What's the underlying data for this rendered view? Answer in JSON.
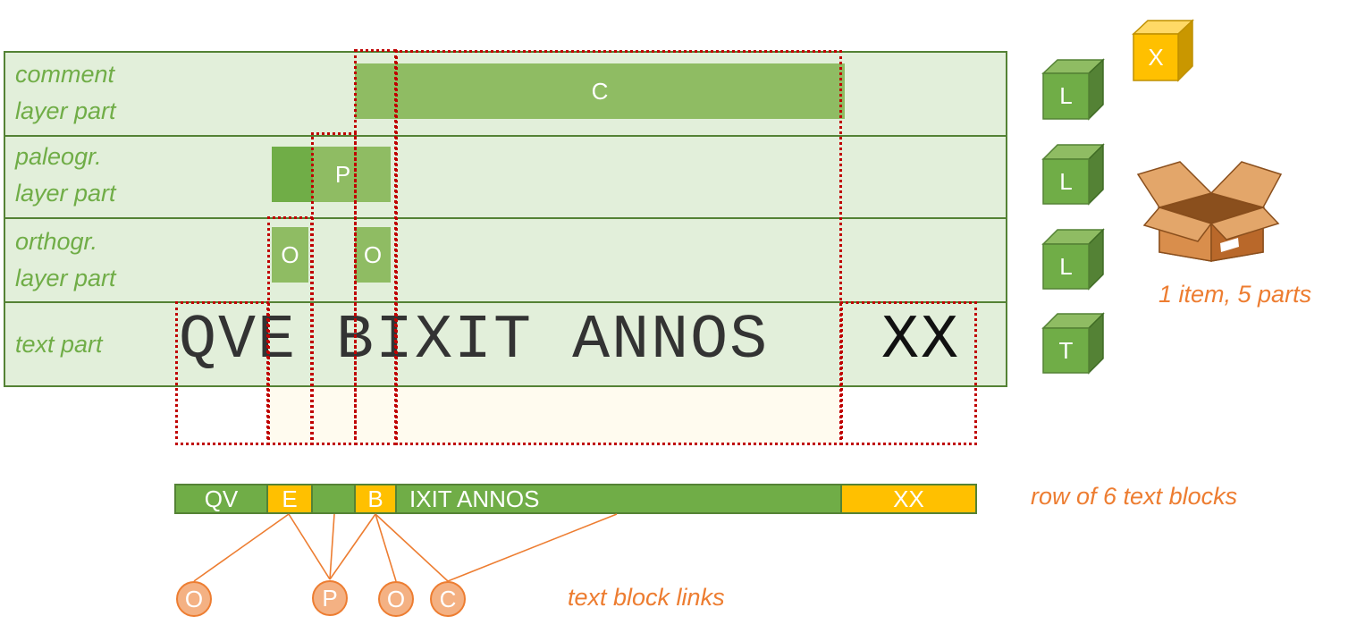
{
  "rows": [
    {
      "label_line1": "comment",
      "label_line2": "layer part"
    },
    {
      "label_line1": "paleogr.",
      "label_line2": "layer part"
    },
    {
      "label_line1": "orthogr.",
      "label_line2": "layer part"
    },
    {
      "label_line1": "text part",
      "label_line2": ""
    }
  ],
  "fragments": {
    "comment": "C",
    "paleo": "P",
    "ortho_1": "O",
    "ortho_2": "O"
  },
  "inscription": {
    "part1": "QVE BIXIT ANNOS",
    "part2": "XX"
  },
  "cubes": {
    "item": "X",
    "layer_1": "L",
    "layer_2": "L",
    "layer_3": "L",
    "text": "T"
  },
  "item_caption": "1 item, 5 parts",
  "text_blocks": [
    "QV",
    "E",
    "",
    "B",
    "IXIT ANNOS",
    "XX"
  ],
  "text_blocks_caption": "row of 6 text blocks",
  "links": [
    "O",
    "P",
    "O",
    "C"
  ],
  "links_caption": "text block links",
  "colors": {
    "band_fill": "#e2efda",
    "band_border": "#548235",
    "green": "#70ad47",
    "light_green": "#8fbc63",
    "yellow": "#ffc000",
    "orange": "#ed7d31",
    "red_dotted": "#c00000"
  }
}
